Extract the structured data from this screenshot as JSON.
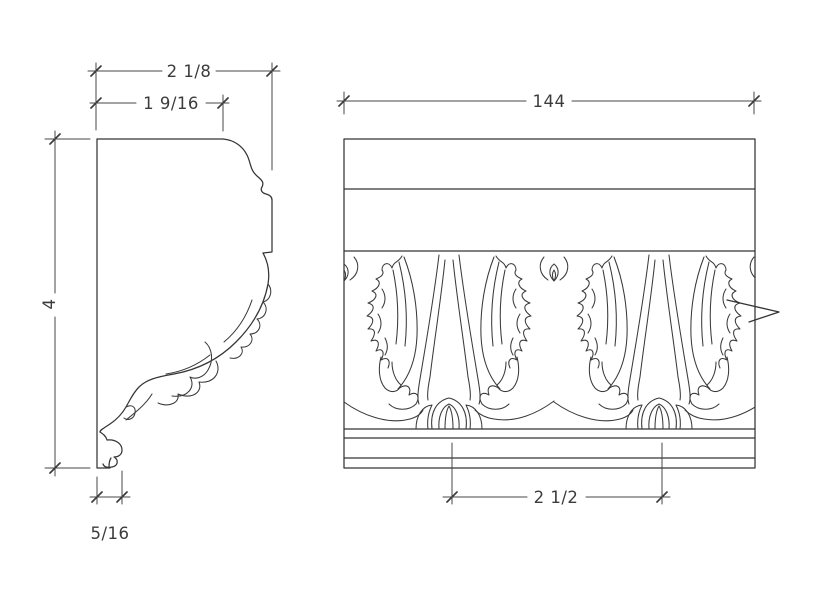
{
  "drawing": {
    "background_color": "#ffffff",
    "line_color": "#353535",
    "dimension_color": "#3c3c3c",
    "views": {
      "profile": {
        "dimensions": {
          "overall_projection": "2 1/8",
          "top_face": "1 9/16",
          "height": "4",
          "bottom_thickness": "5/16"
        }
      },
      "elevation": {
        "dimensions": {
          "overall_length": "144",
          "pattern_repeat": "2 1/2"
        }
      }
    }
  }
}
